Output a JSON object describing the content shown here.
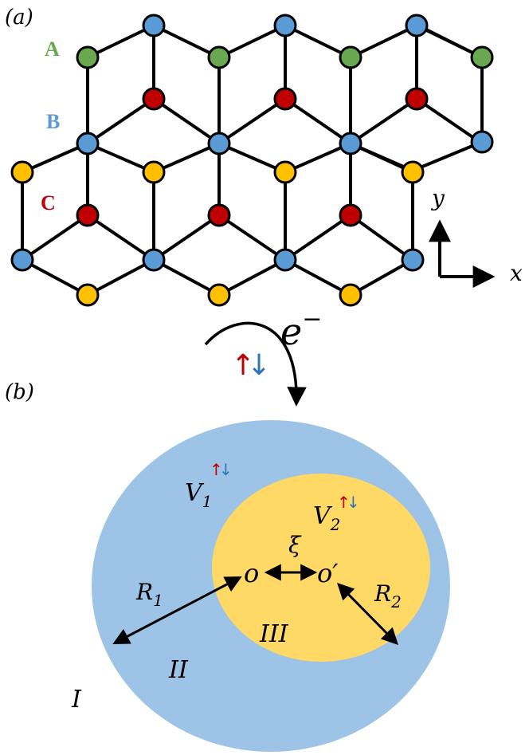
{
  "panel_a": {
    "label": "(a)",
    "sublattices": [
      {
        "name": "A",
        "color": "#6aa84f"
      },
      {
        "name": "B",
        "color": "#5b9bd5"
      },
      {
        "name": "C",
        "color": "#c00000"
      }
    ],
    "edge_site_color": "#ffc000",
    "axes": {
      "x": "x",
      "y": "y"
    }
  },
  "electron": {
    "label": "e",
    "charge_sign": "−",
    "spin_up": "↑",
    "spin_down": "↓",
    "spin_up_color": "#c00000",
    "spin_down_color": "#2e75b6"
  },
  "panel_b": {
    "label": "(b)",
    "outer_color": "#9dc3e6",
    "inner_color": "#ffd966",
    "potential_1": {
      "symbol": "V",
      "sub": "1"
    },
    "potential_2": {
      "symbol": "V",
      "sub": "2"
    },
    "origin_o": "o",
    "origin_o_prime": "o′",
    "offset": "ξ",
    "radius_1": {
      "symbol": "R",
      "sub": "1"
    },
    "radius_2": {
      "symbol": "R",
      "sub": "2"
    },
    "regions": [
      "I",
      "II",
      "III"
    ]
  }
}
